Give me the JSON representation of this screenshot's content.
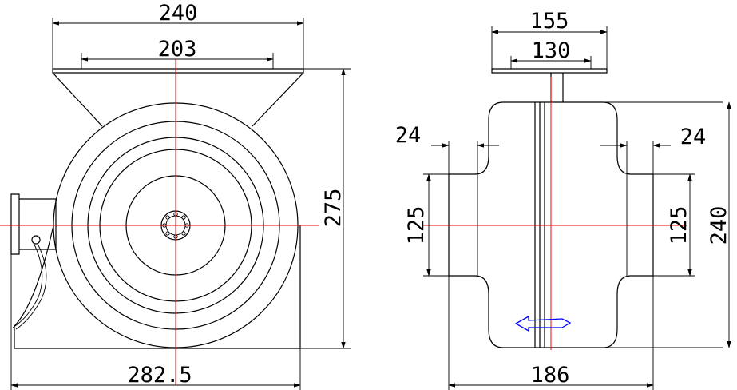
{
  "dimensions": {
    "front_top_width": "240",
    "front_inner_width": "203",
    "front_height": "275",
    "front_total_width": "282.5",
    "side_flange_width": "155",
    "side_flange_inner": "130",
    "side_left_offset": "24",
    "side_right_offset": "24",
    "side_left_duct": "125",
    "side_right_duct": "125",
    "side_height": "240",
    "side_depth": "186"
  },
  "colors": {
    "outline": "#000000",
    "centerline": "#ff0000",
    "flow_arrow": "#0000ff"
  },
  "icons": {
    "flow_direction": "flow-arrow-icon"
  }
}
